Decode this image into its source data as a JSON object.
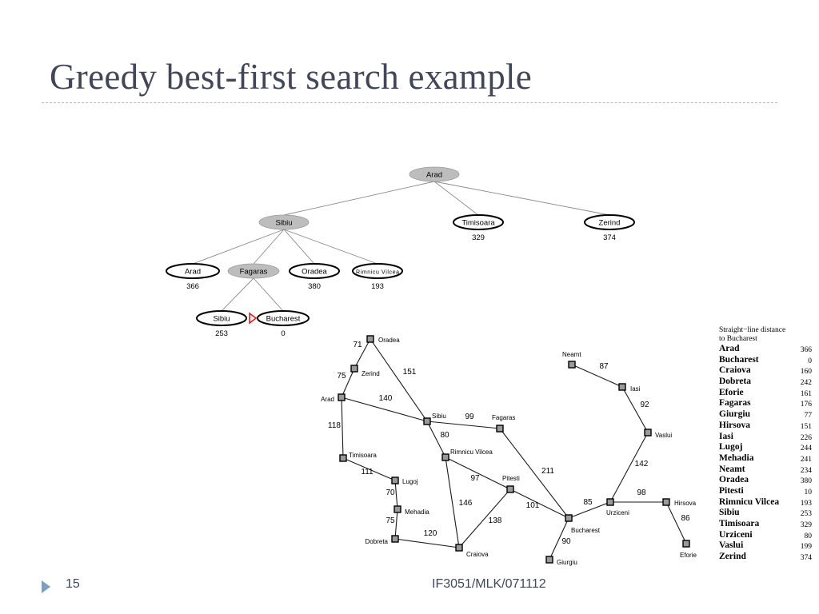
{
  "slide": {
    "title": "Greedy best-first search example",
    "page_number": "15",
    "footer": "IF3051/MLK/071112"
  },
  "search_tree": {
    "nodes": [
      {
        "id": "t-arad-root",
        "label": "Arad",
        "value": "",
        "expanded": true
      },
      {
        "id": "t-sibiu",
        "label": "Sibiu",
        "value": "",
        "expanded": true
      },
      {
        "id": "t-timisoara",
        "label": "Timisoara",
        "value": "329",
        "expanded": false
      },
      {
        "id": "t-zerind",
        "label": "Zerind",
        "value": "374",
        "expanded": false
      },
      {
        "id": "t-arad",
        "label": "Arad",
        "value": "366",
        "expanded": false
      },
      {
        "id": "t-fagaras",
        "label": "Fagaras",
        "value": "",
        "expanded": true
      },
      {
        "id": "t-oradea",
        "label": "Oradea",
        "value": "380",
        "expanded": false
      },
      {
        "id": "t-rimnicu",
        "label": "Rimnicu Vilcea",
        "value": "193",
        "expanded": false
      },
      {
        "id": "t-sibiu2",
        "label": "Sibiu",
        "value": "253",
        "expanded": false
      },
      {
        "id": "t-bucharest",
        "label": "Bucharest",
        "value": "0",
        "expanded": false
      }
    ],
    "edges": [
      [
        "t-arad-root",
        "t-sibiu"
      ],
      [
        "t-arad-root",
        "t-timisoara"
      ],
      [
        "t-arad-root",
        "t-zerind"
      ],
      [
        "t-sibiu",
        "t-arad"
      ],
      [
        "t-sibiu",
        "t-fagaras"
      ],
      [
        "t-sibiu",
        "t-oradea"
      ],
      [
        "t-sibiu",
        "t-rimnicu"
      ],
      [
        "t-fagaras",
        "t-sibiu2"
      ],
      [
        "t-fagaras",
        "t-bucharest"
      ]
    ]
  },
  "romania_map": {
    "cities": [
      {
        "id": "oradea",
        "label": "Oradea"
      },
      {
        "id": "zerind",
        "label": "Zerind"
      },
      {
        "id": "arad",
        "label": "Arad"
      },
      {
        "id": "timisoara",
        "label": "Timisoara"
      },
      {
        "id": "lugoj",
        "label": "Lugoj"
      },
      {
        "id": "mehadia",
        "label": "Mehadia"
      },
      {
        "id": "dobreta",
        "label": "Dobreta"
      },
      {
        "id": "craiova",
        "label": "Craiova"
      },
      {
        "id": "sibiu",
        "label": "Sibiu"
      },
      {
        "id": "rimnicu",
        "label": "Rimnicu Vilcea"
      },
      {
        "id": "fagaras",
        "label": "Fagaras"
      },
      {
        "id": "pitesti",
        "label": "Pitesti"
      },
      {
        "id": "bucharest",
        "label": "Bucharest"
      },
      {
        "id": "giurgiu",
        "label": "Giurgiu"
      },
      {
        "id": "urziceni",
        "label": "Urziceni"
      },
      {
        "id": "hirsova",
        "label": "Hirsova"
      },
      {
        "id": "eforie",
        "label": "Eforie"
      },
      {
        "id": "vaslui",
        "label": "Vaslui"
      },
      {
        "id": "iasi",
        "label": "Iasi"
      },
      {
        "id": "neamt",
        "label": "Neamt"
      }
    ],
    "roads": [
      {
        "from": "oradea",
        "to": "zerind",
        "distance": "71"
      },
      {
        "from": "zerind",
        "to": "arad",
        "distance": "75"
      },
      {
        "from": "oradea",
        "to": "sibiu",
        "distance": "151"
      },
      {
        "from": "arad",
        "to": "sibiu",
        "distance": "140"
      },
      {
        "from": "arad",
        "to": "timisoara",
        "distance": "118"
      },
      {
        "from": "timisoara",
        "to": "lugoj",
        "distance": "111"
      },
      {
        "from": "lugoj",
        "to": "mehadia",
        "distance": "70"
      },
      {
        "from": "mehadia",
        "to": "dobreta",
        "distance": "75"
      },
      {
        "from": "dobreta",
        "to": "craiova",
        "distance": "120"
      },
      {
        "from": "sibiu",
        "to": "fagaras",
        "distance": "99"
      },
      {
        "from": "sibiu",
        "to": "rimnicu",
        "distance": "80"
      },
      {
        "from": "rimnicu",
        "to": "pitesti",
        "distance": "97"
      },
      {
        "from": "rimnicu",
        "to": "craiova",
        "distance": "146"
      },
      {
        "from": "craiova",
        "to": "pitesti",
        "distance": "138"
      },
      {
        "from": "fagaras",
        "to": "bucharest",
        "distance": "211"
      },
      {
        "from": "pitesti",
        "to": "bucharest",
        "distance": "101"
      },
      {
        "from": "bucharest",
        "to": "giurgiu",
        "distance": "90"
      },
      {
        "from": "bucharest",
        "to": "urziceni",
        "distance": "85"
      },
      {
        "from": "urziceni",
        "to": "hirsova",
        "distance": "98"
      },
      {
        "from": "hirsova",
        "to": "eforie",
        "distance": "86"
      },
      {
        "from": "urziceni",
        "to": "vaslui",
        "distance": "142"
      },
      {
        "from": "vaslui",
        "to": "iasi",
        "distance": "92"
      },
      {
        "from": "iasi",
        "to": "neamt",
        "distance": "87"
      }
    ]
  },
  "sld_table": {
    "heading": "Straight−line distance\nto Bucharest",
    "rows": [
      {
        "city": "Arad",
        "distance": "366"
      },
      {
        "city": "Bucharest",
        "distance": "0"
      },
      {
        "city": "Craiova",
        "distance": "160"
      },
      {
        "city": "Dobreta",
        "distance": "242"
      },
      {
        "city": "Eforie",
        "distance": "161"
      },
      {
        "city": "Fagaras",
        "distance": "176"
      },
      {
        "city": "Giurgiu",
        "distance": "77"
      },
      {
        "city": "Hirsova",
        "distance": "151"
      },
      {
        "city": "Iasi",
        "distance": "226"
      },
      {
        "city": "Lugoj",
        "distance": "244"
      },
      {
        "city": "Mehadia",
        "distance": "241"
      },
      {
        "city": "Neamt",
        "distance": "234"
      },
      {
        "city": "Oradea",
        "distance": "380"
      },
      {
        "city": "Pitesti",
        "distance": "10"
      },
      {
        "city": "Rimnicu Vilcea",
        "distance": "193"
      },
      {
        "city": "Sibiu",
        "distance": "253"
      },
      {
        "city": "Timisoara",
        "distance": "329"
      },
      {
        "city": "Urziceni",
        "distance": "80"
      },
      {
        "city": "Vaslui",
        "distance": "199"
      },
      {
        "city": "Zerind",
        "distance": "374"
      }
    ]
  },
  "colors": {
    "title": "#41465a",
    "expanded_node_fill": "#bdbdbd",
    "goal_marker": "#e0201b",
    "footer_arrow": "#7f9fbd"
  },
  "icons": {
    "footer_bullet": "triangle-right-icon",
    "goal_marker": "triangle-right-icon"
  }
}
